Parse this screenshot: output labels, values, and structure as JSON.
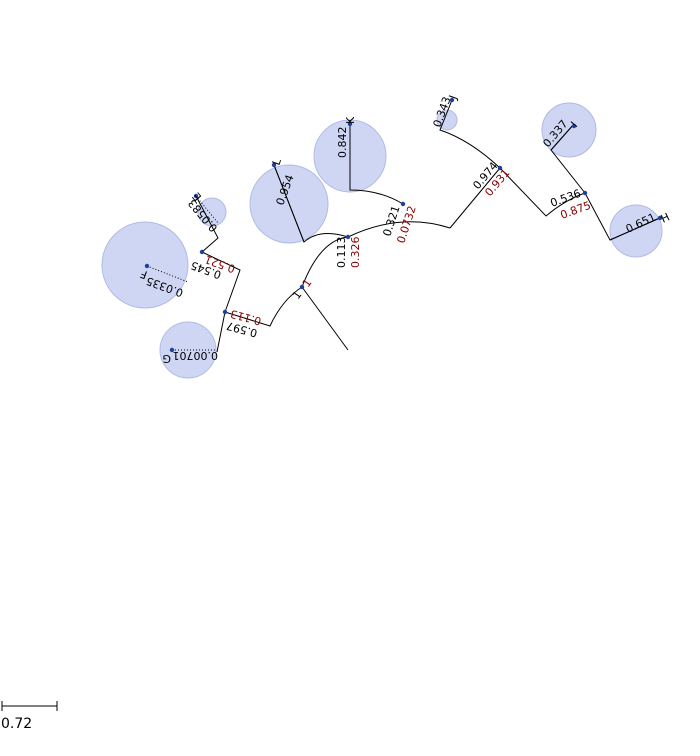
{
  "tree": {
    "root_label": "1",
    "internal_labels": [
      {
        "id": "n1",
        "black": "",
        "red": "1"
      },
      {
        "id": "n2",
        "black": "0.113",
        "red": "0.326"
      },
      {
        "id": "n3",
        "black": "0.321",
        "red": "0.0732"
      },
      {
        "id": "n4",
        "black": "0.974",
        "red": "0.931"
      },
      {
        "id": "n5",
        "black": "0.536",
        "red": "0.875"
      },
      {
        "id": "n6",
        "black": "0.597",
        "red": "0.113"
      },
      {
        "id": "n7",
        "black": "0.545",
        "red": "0.521"
      }
    ],
    "leaves": [
      {
        "name": "G",
        "value": "0.00701"
      },
      {
        "name": "F",
        "value": "0.0335"
      },
      {
        "name": "E",
        "value": "0.0583"
      },
      {
        "name": "L",
        "value": "0.954"
      },
      {
        "name": "K",
        "value": "0.842"
      },
      {
        "name": "J",
        "value": "0.343"
      },
      {
        "name": "I",
        "value": "0.337"
      },
      {
        "name": "H",
        "value": "0.651"
      }
    ],
    "colors": {
      "bubble": "#c9d2f3",
      "node": "#1f3f9f",
      "red_label": "#8b0000"
    }
  },
  "scale_bar": {
    "label": "0.72"
  }
}
